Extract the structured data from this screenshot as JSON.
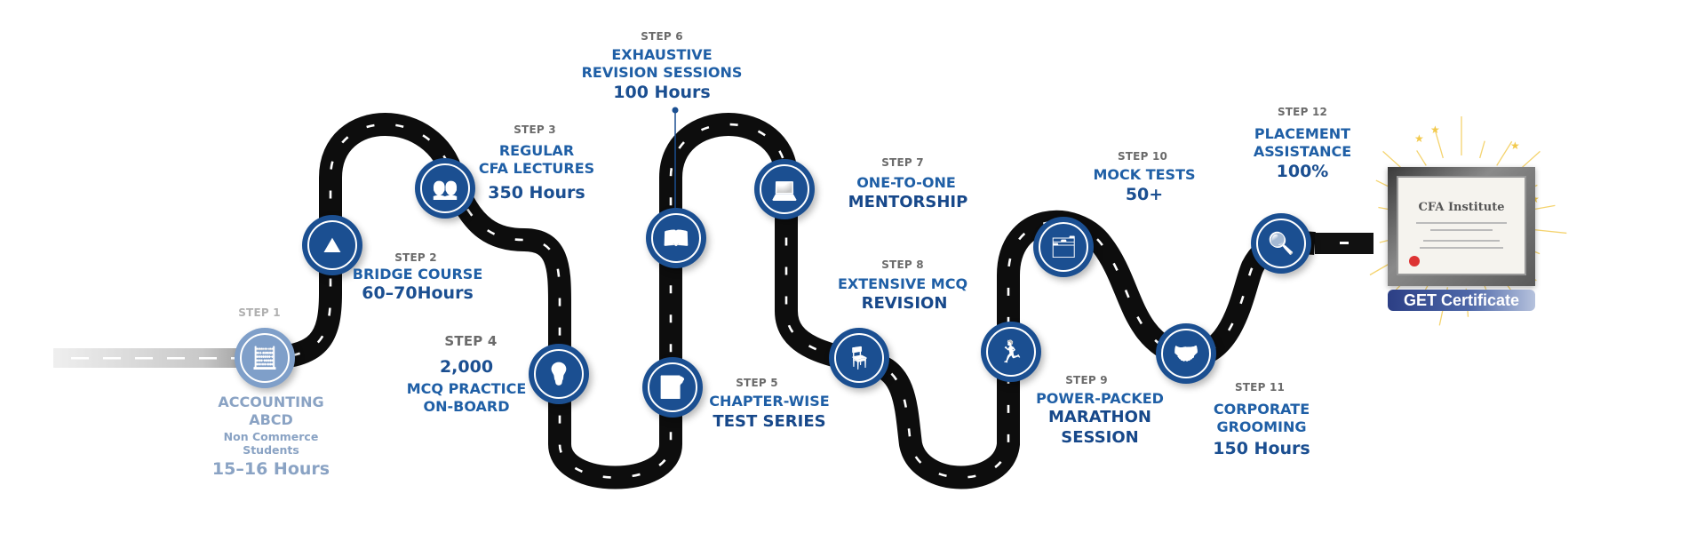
{
  "roadmap": {
    "steps": [
      {
        "step": "STEP 1",
        "lines": [
          "ACCOUNTING",
          "ABCD"
        ],
        "note": [
          "Non Commerce",
          "Students"
        ],
        "highlight": "15–16 Hours",
        "icon": "accounting-calculator-icon"
      },
      {
        "step": "STEP 2",
        "lines": [
          "BRIDGE COURSE"
        ],
        "highlight": "60–70Hours",
        "icon": "bridge-icon"
      },
      {
        "step": "STEP 3",
        "lines": [
          "REGULAR",
          "CFA LECTURES"
        ],
        "highlight": "350 Hours",
        "icon": "lecture-classroom-icon"
      },
      {
        "step": "STEP 4",
        "lines": [
          "MCQ PRACTICE",
          "ON-BOARD"
        ],
        "highlight": "2,000",
        "icon": "document-lightbulb-icon"
      },
      {
        "step": "STEP 5",
        "lines": [
          "CHAPTER-WISE"
        ],
        "highlight": "TEST SERIES",
        "icon": "test-paper-icon"
      },
      {
        "step": "STEP 6",
        "lines": [
          "EXHAUSTIVE",
          "REVISION SESSIONS"
        ],
        "highlight": "100 Hours",
        "icon": "studying-desk-icon"
      },
      {
        "step": "STEP 7",
        "lines": [
          "ONE-TO-ONE"
        ],
        "highlight": "MENTORSHIP",
        "icon": "mentor-laptop-check-icon"
      },
      {
        "step": "STEP 8",
        "lines": [
          "EXTENSIVE MCQ"
        ],
        "highlight": "REVISION",
        "icon": "person-at-desk-icon"
      },
      {
        "step": "STEP 9",
        "lines": [
          "POWER-PACKED"
        ],
        "highlight": [
          "MARATHON",
          "SESSION"
        ],
        "icon": "runners-finish-line-icon"
      },
      {
        "step": "STEP 10",
        "lines": [
          "MOCK TESTS"
        ],
        "highlight": "50+",
        "icon": "exam-desk-icon"
      },
      {
        "step": "STEP 11",
        "lines": [
          "CORPORATE",
          "GROOMING"
        ],
        "highlight": "150 Hours",
        "icon": "handshake-team-icon"
      },
      {
        "step": "STEP 12",
        "lines": [
          "PLACEMENT",
          "ASSISTANCE"
        ],
        "highlight": "100%",
        "icon": "candidate-search-icon"
      }
    ]
  },
  "certificate": {
    "title": "CFA Institute",
    "button_label": "GET Certificate"
  },
  "colors": {
    "brand_blue": "#1b4f91",
    "road": "#0d0d0d",
    "step_grey": "#6b6b6b",
    "gold": "#f2c94c"
  }
}
